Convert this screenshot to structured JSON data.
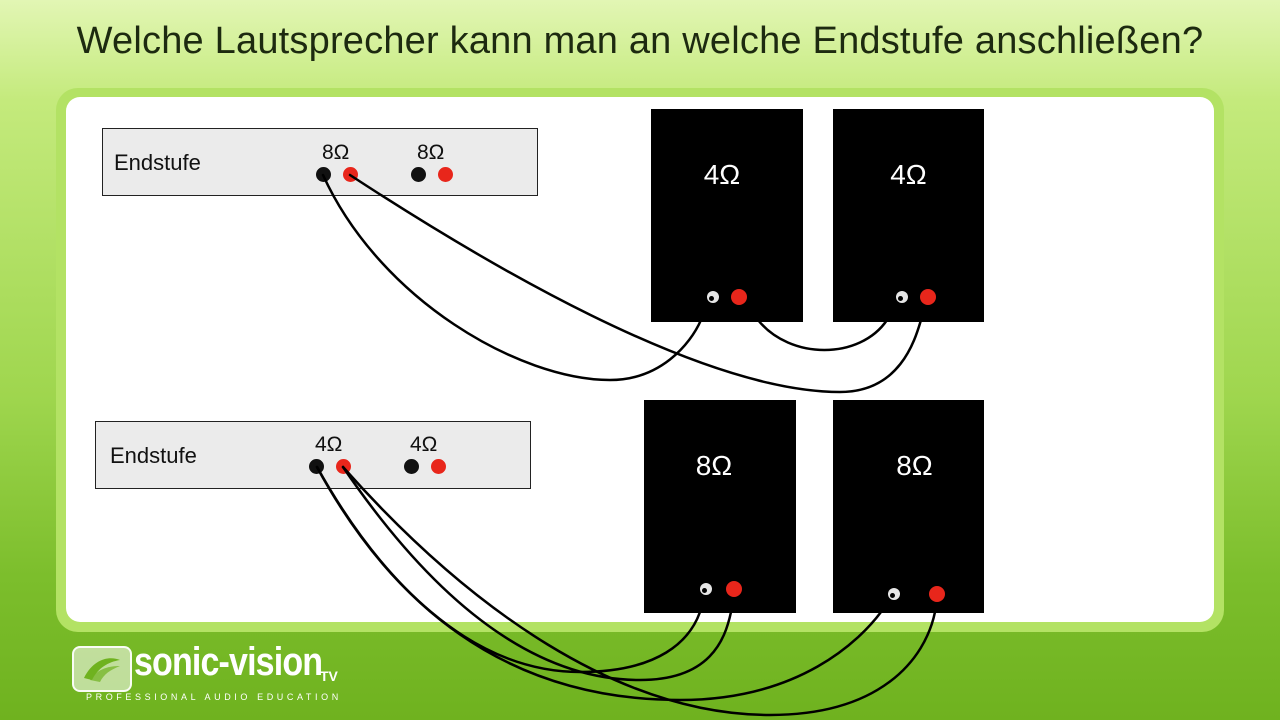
{
  "title": "Welche Lautsprecher kann man an welche Endstufe anschließen?",
  "amps": [
    {
      "label": "Endstufe",
      "channels": [
        "8Ω",
        "8Ω"
      ]
    },
    {
      "label": "Endstufe",
      "channels": [
        "4Ω",
        "4Ω"
      ]
    }
  ],
  "speakers": [
    {
      "label": "4Ω"
    },
    {
      "label": "4Ω"
    },
    {
      "label": "8Ω"
    },
    {
      "label": "8Ω"
    }
  ],
  "logo": {
    "name": "sonic-vision",
    "suffix": "TV",
    "tagline": "PROFESSIONAL AUDIO EDUCATION"
  },
  "colors": {
    "terminal_positive": "#e8261b",
    "terminal_negative": "#111111",
    "speaker_body": "#000000",
    "amp_body": "#ebebeb",
    "background_green": "#8fcd3c"
  }
}
